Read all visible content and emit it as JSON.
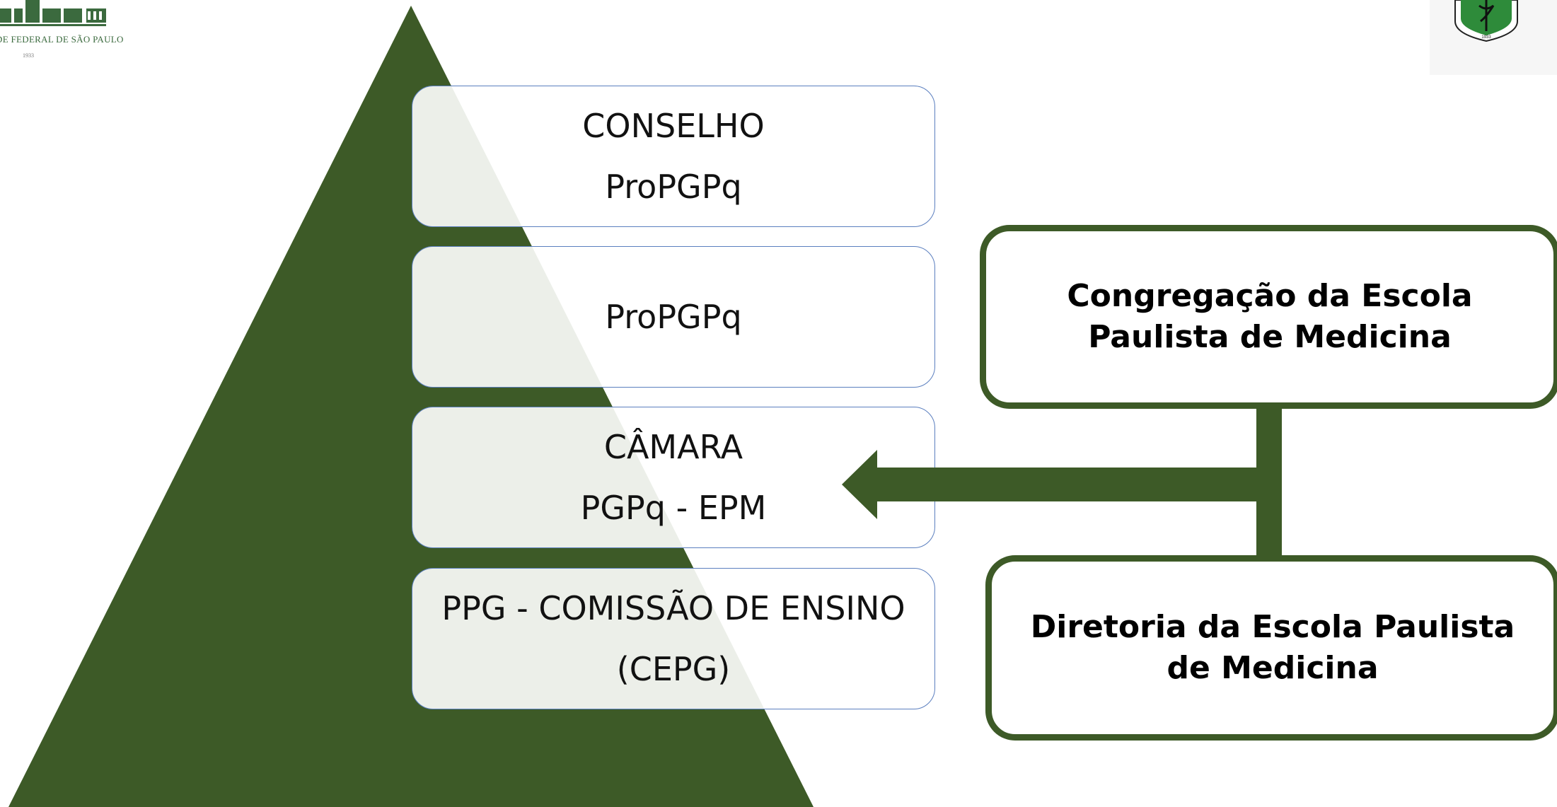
{
  "colors": {
    "pyramid": "#3d5a27",
    "box_border": "#5b7fbf",
    "box_fill": "#ffffff",
    "side_border": "#3d5a27"
  },
  "logo_left": {
    "name": "DE FEDERAL DE SÃO PAULO",
    "year": "1933"
  },
  "logo_right": {
    "year": "1933"
  },
  "pyramid_levels": [
    {
      "line1": "CONSELHO",
      "line2": "ProPGPq"
    },
    {
      "line1": "ProPGPq",
      "line2": ""
    },
    {
      "line1": "CÂMARA",
      "line2": "PGPq - EPM"
    },
    {
      "line1": "PPG - COMISSÃO DE ENSINO",
      "line2": "(CEPG)"
    }
  ],
  "side_boxes": {
    "top": "Congregação da Escola Paulista de Medicina",
    "bottom": "Diretoria da Escola Paulista de Medicina"
  }
}
